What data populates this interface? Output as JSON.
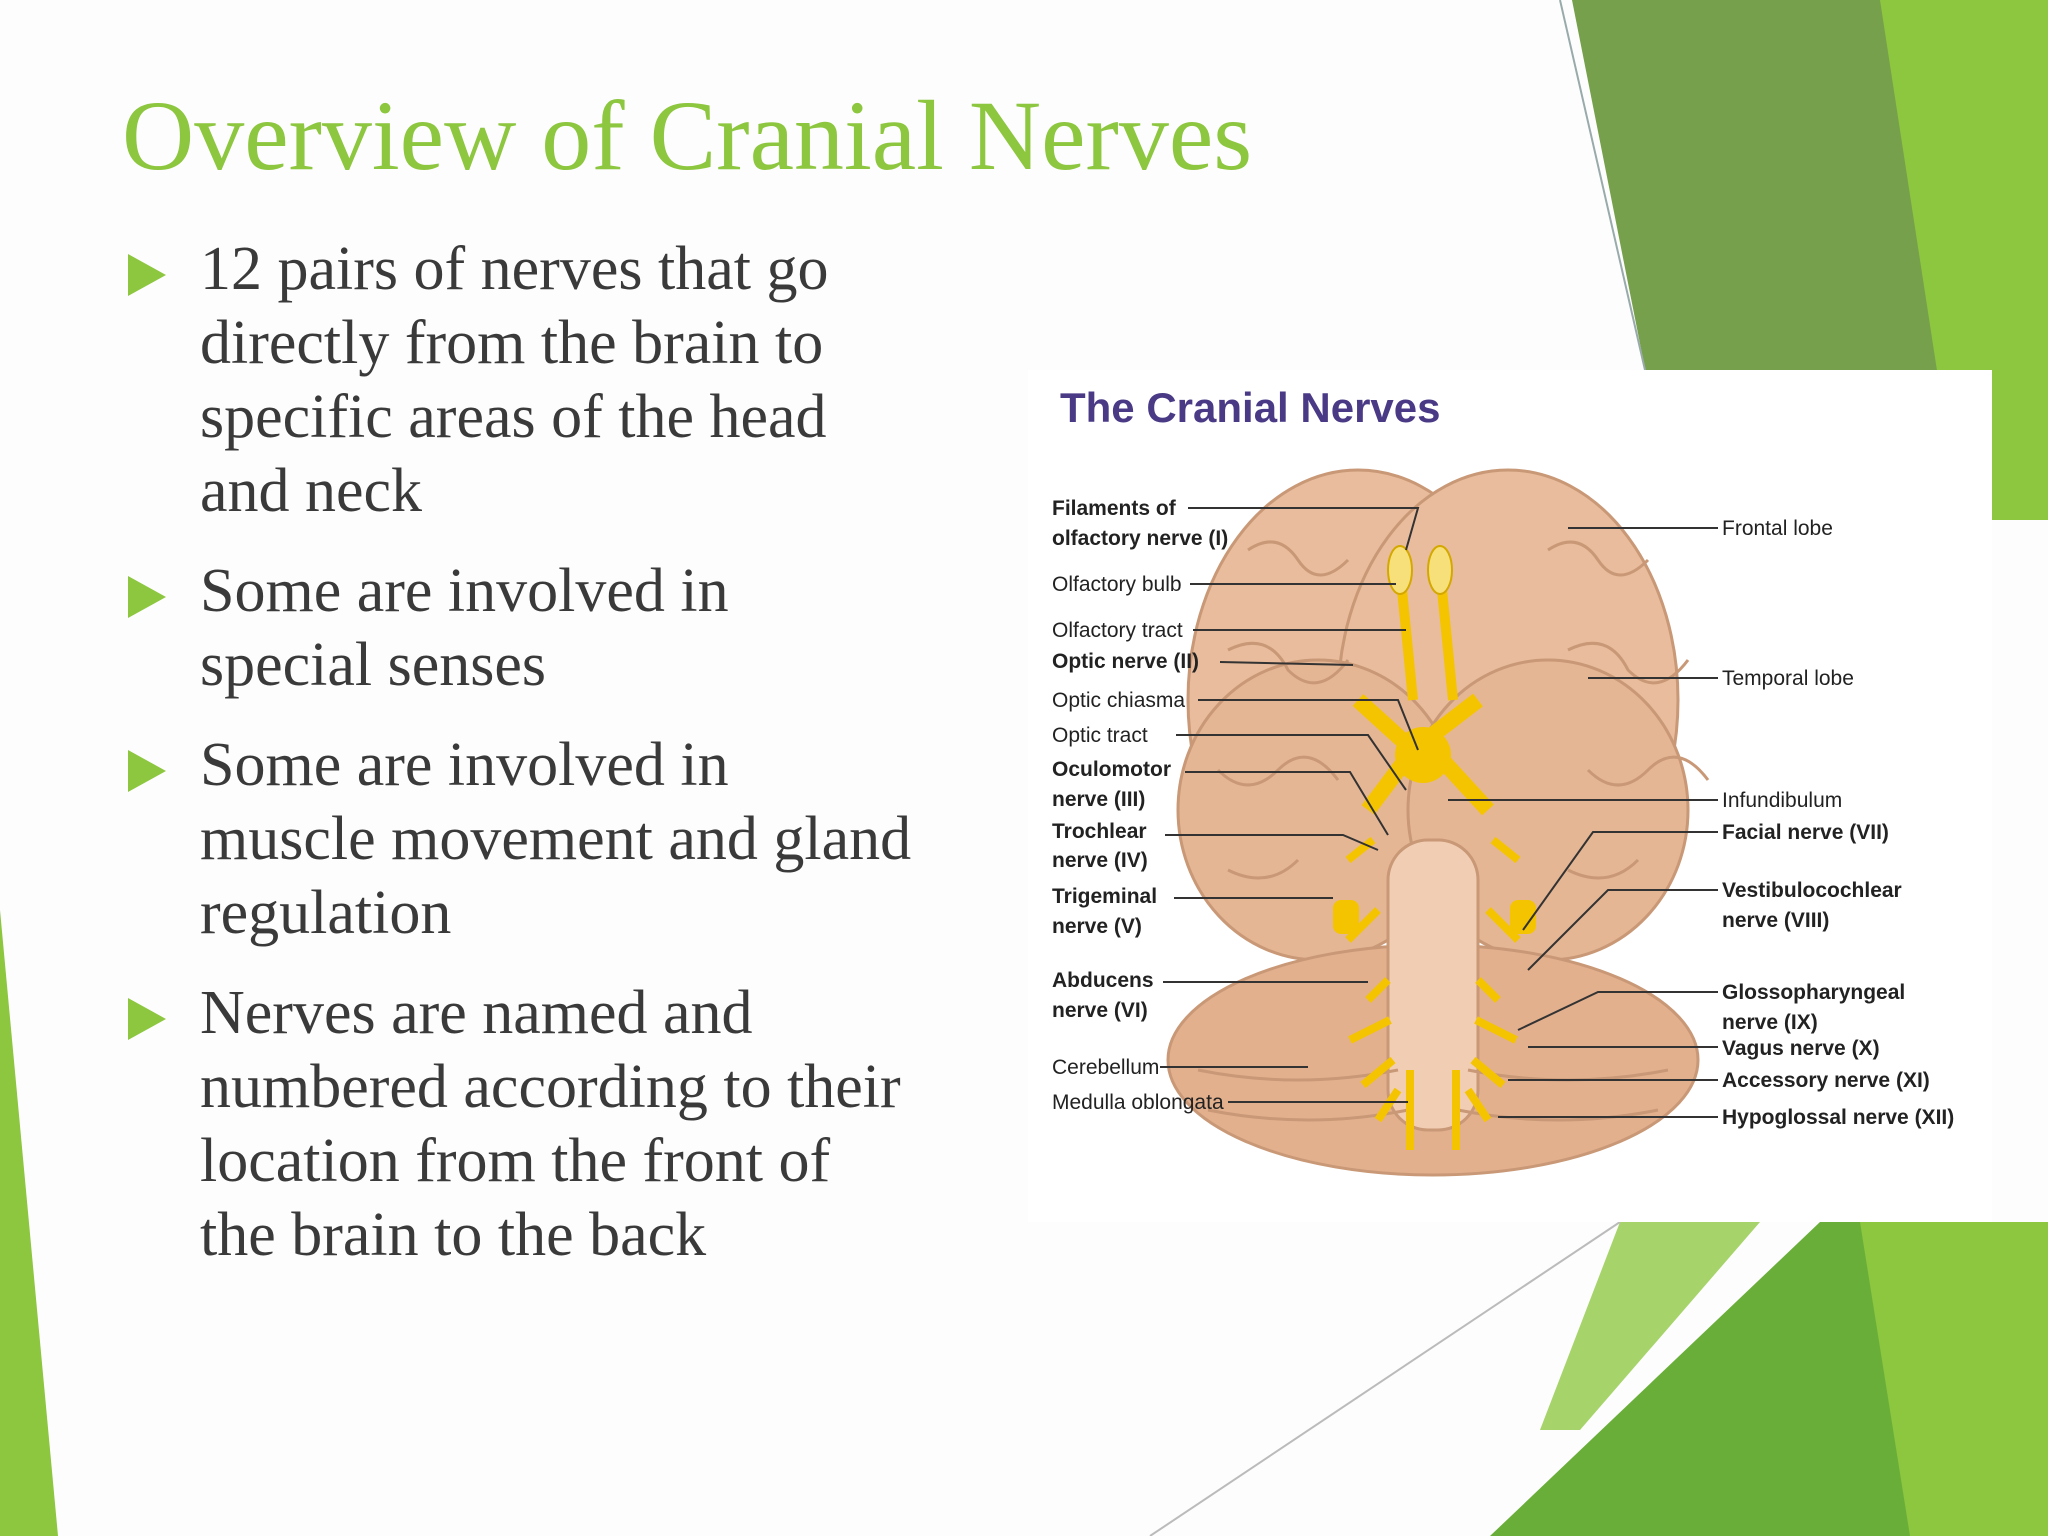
{
  "slide": {
    "title": "Overview of Cranial Nerves",
    "accent_color": "#8dc63f",
    "bullets": [
      {
        "icon": "triangle-bullet-icon",
        "lines": [
          "12 pairs of nerves that go",
          "directly from the brain to",
          "specific areas of the head",
          "and neck"
        ]
      },
      {
        "icon": "triangle-bullet-icon",
        "lines": [
          "Some are involved in",
          "special senses"
        ]
      },
      {
        "icon": "triangle-bullet-icon",
        "lines": [
          "Some are involved in",
          "muscle movement and gland",
          "regulation"
        ]
      },
      {
        "icon": "triangle-bullet-icon",
        "lines": [
          "Nerves are named and",
          "numbered according to their",
          "location from the front of",
          "the brain to the back"
        ]
      }
    ]
  },
  "figure": {
    "title": "The Cranial Nerves",
    "left_labels": [
      [
        "Filaments of",
        "olfactory nerve (I)"
      ],
      [
        "Olfactory bulb"
      ],
      [
        "Olfactory tract"
      ],
      [
        "Optic nerve (II)"
      ],
      [
        "Optic chiasma"
      ],
      [
        "Optic tract"
      ],
      [
        "Oculomotor",
        "nerve (III)"
      ],
      [
        "Trochlear",
        "nerve (IV)"
      ],
      [
        "Trigeminal",
        "nerve (V)"
      ],
      [
        "Abducens",
        "nerve (VI)"
      ],
      [
        "Cerebellum"
      ],
      [
        "Medulla oblongata"
      ]
    ],
    "right_labels": [
      [
        "Frontal lobe"
      ],
      [
        "Temporal lobe"
      ],
      [
        "Infundibulum"
      ],
      [
        "Facial nerve (VII)"
      ],
      [
        "Vestibulocochlear",
        "nerve (VIII)"
      ],
      [
        "Glossopharyngeal",
        "nerve (IX)"
      ],
      [
        "Vagus nerve (X)"
      ],
      [
        "Accessory nerve (XI)"
      ],
      [
        "Hypoglossal nerve (XII)"
      ]
    ]
  }
}
